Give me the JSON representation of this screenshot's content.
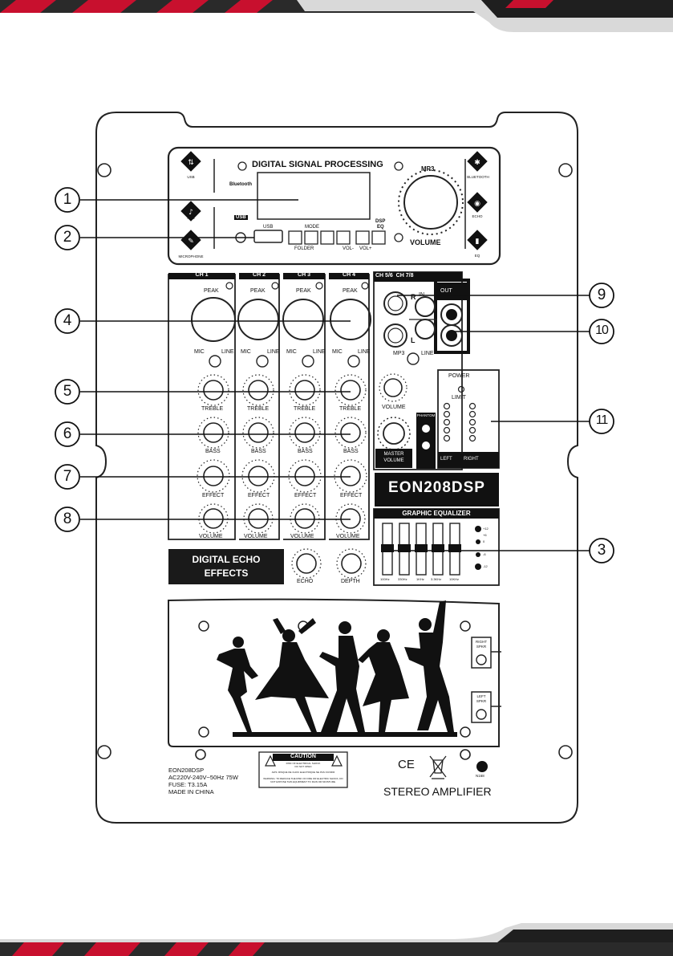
{
  "dsp": {
    "title": "DIGITAL SIGNAL PROCESSING",
    "bluetooth_small": "Bluetooth",
    "mp3": "MP3",
    "volume": "VOLUME",
    "usb_port": "USB",
    "usb_badge": "USB",
    "mode": "MODE",
    "dsp_eq_1": "DSP",
    "dsp_eq_2": "EQ",
    "folder": "FOLDER",
    "vol_minus": "VOL-",
    "vol_plus": "VOL+",
    "left_icons": [
      "USB",
      "MP3",
      "MICROPHONE"
    ],
    "right_icons": [
      "BLUETOOTH",
      "ECHO",
      "EQ"
    ]
  },
  "channels": [
    {
      "name": "CH 1"
    },
    {
      "name": "CH 2"
    },
    {
      "name": "CH 3"
    },
    {
      "name": "CH 4"
    }
  ],
  "strip_labels": {
    "peak": "PEAK",
    "mic": "MIC",
    "line": "LINE",
    "treble": "TREBLE",
    "bass": "BASS",
    "effect": "EFFECT",
    "volume": "VOLUME"
  },
  "ch56": {
    "header": "CH 5/6  CH 7/8",
    "r": "R",
    "l": "L",
    "in": "IN",
    "out": "OUT",
    "mp3": "MP3",
    "line": "LINE",
    "volume": "VOLUME",
    "master_1": "MASTER",
    "master_2": "VOLUME",
    "phantom": "PHANTOM"
  },
  "power": {
    "power": "POWER",
    "limit": "LIMIT",
    "left": "LEFT",
    "right": "RIGHT"
  },
  "model": "EON208DSP",
  "eq": {
    "title": "GRAPHIC EQUALIZER",
    "bands": [
      "100Hz",
      "330Hz",
      "1KHz",
      "3.3KHz",
      "10KHz"
    ],
    "scale": [
      "+12",
      "+6",
      "0",
      "-6",
      "-12"
    ]
  },
  "echo": {
    "badge_1": "DIGITAL ECHO",
    "badge_2": "EFFECTS",
    "echo": "ECHO",
    "depth": "DEPTH"
  },
  "speaker": {
    "right_1": "RIGHT",
    "right_2": "SPKR",
    "left_1": "LEFT",
    "left_2": "SPKR"
  },
  "info": {
    "line1": "EON208DSP",
    "line2": "AC220V-240V~50Hz 75W",
    "line3": "FUSE: T3.15A",
    "line4": "MADE IN CHINA",
    "caution": "CAUTION",
    "caution_sub1": "RISK OF ELECTRICAL SHOCK",
    "caution_sub2": "DO NOT OPEN",
    "caution_fr": "AVIS: RISQUE DE CHOC ELECTRIQUE NE PAS OUVRIR",
    "warning": "WARNING: TO REDUCE THE RISK OF FIRE OR ELECTRIC SHOCK, DO NOT EXPOSE THIS EQUIPMENT TO RAIN OR MOISTURE.",
    "ce": "CE",
    "n": "N168",
    "stereo": "STEREO AMPLIFIER"
  },
  "callouts": [
    "1",
    "2",
    "3",
    "4",
    "5",
    "6",
    "7",
    "8",
    "9",
    "10",
    "11"
  ]
}
